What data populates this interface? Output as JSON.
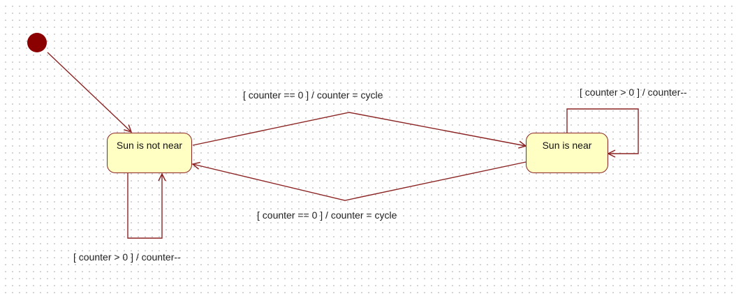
{
  "colors": {
    "stroke": "#8b2323",
    "state_fill": "#ffffc4",
    "initial_fill": "#8b0000"
  },
  "states": {
    "not_near": "Sun is not near",
    "near": "Sun is near"
  },
  "transitions": {
    "not_near_to_near": "[ counter == 0 ] / counter = cycle",
    "near_to_not_near": "[ counter == 0 ] / counter = cycle",
    "near_self": "[ counter > 0 ] / counter--",
    "not_near_self": "[ counter > 0 ] / counter--"
  }
}
